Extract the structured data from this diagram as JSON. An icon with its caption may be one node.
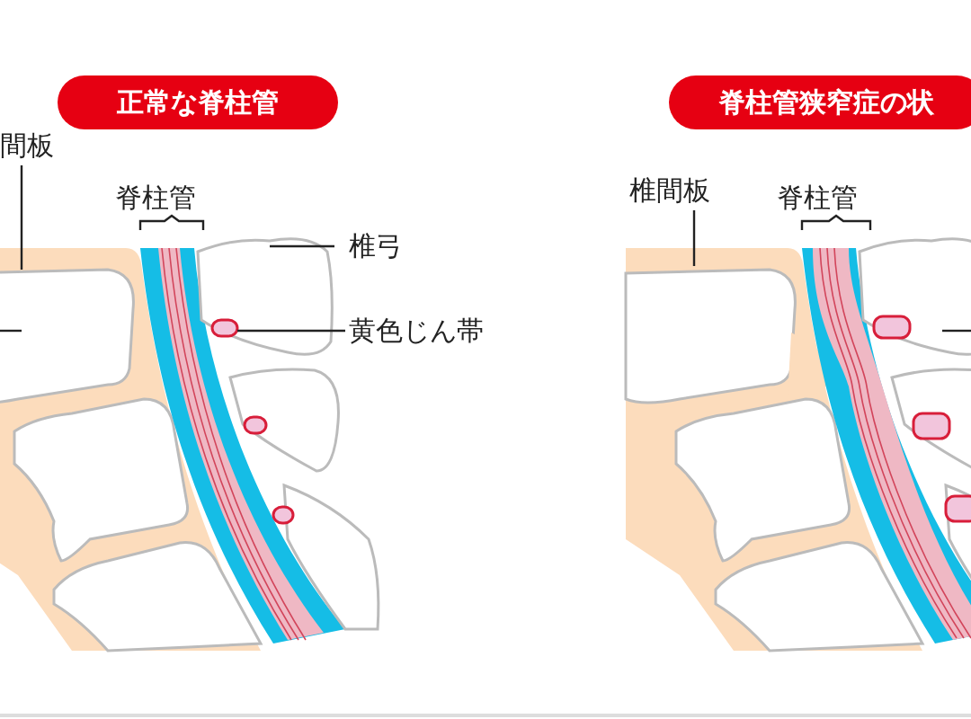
{
  "diagram": {
    "nodes": [
      {
        "text": [
          "正常な脊柱管"
        ]
      },
      {
        "text": [
          "脊柱管狭窄症の状"
        ]
      },
      {
        "text": [
          "間板"
        ]
      },
      {
        "text": [
          "椎弓"
        ]
      },
      {
        "text": [
          "黄色じん帯"
        ]
      },
      {
        "text": [
          "椎間板"
        ]
      }
    ],
    "edges": [
      {
        "from": 2,
        "to": null,
        "arrow": "none"
      },
      {
        "from": 3,
        "to": null,
        "arrow": "none"
      },
      {
        "from": 4,
        "to": null,
        "arrow": "none"
      },
      {
        "from": 5,
        "to": null,
        "arrow": "none"
      }
    ],
    "labels": [
      "脊柱管",
      "脊柱管"
    ]
  }
}
